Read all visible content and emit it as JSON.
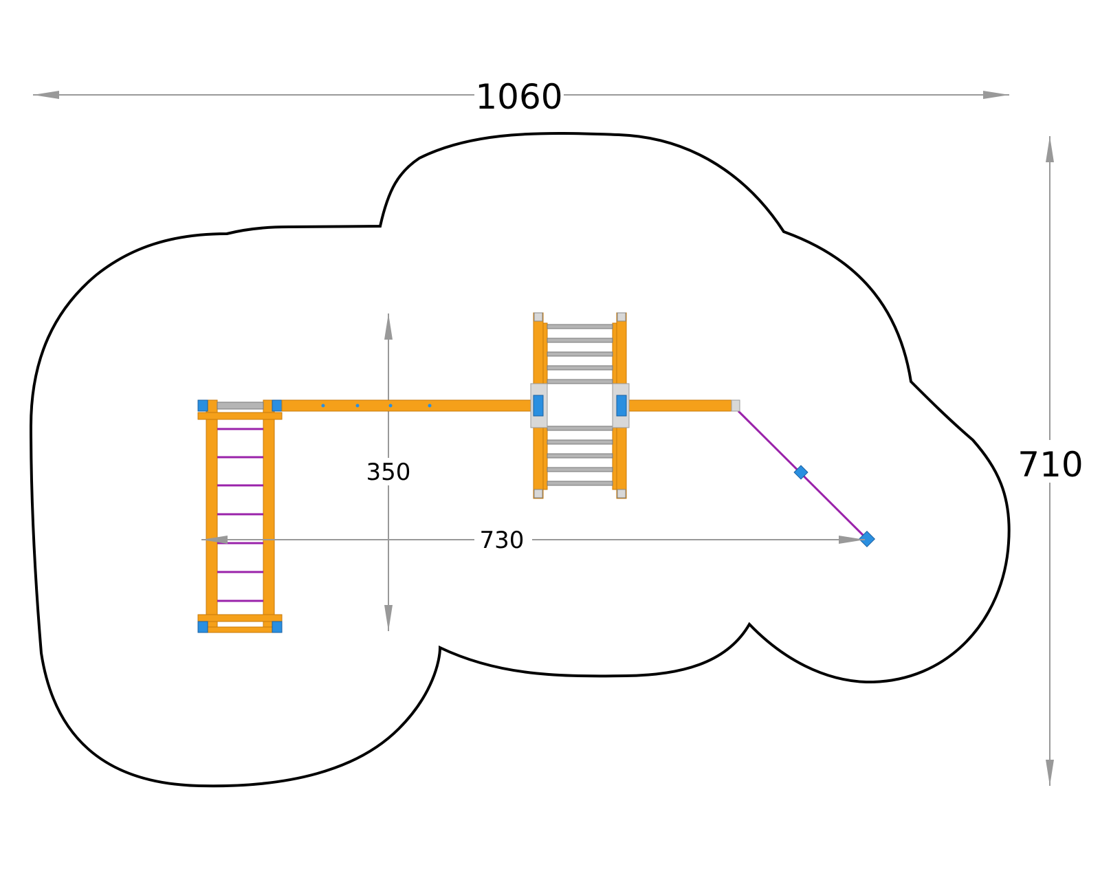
{
  "dimensions": {
    "overall_width": "1060",
    "overall_depth": "710",
    "inner_width": "730",
    "inner_depth": "350"
  },
  "colors": {
    "timber": "#f5a01a",
    "timber_edge": "#c77a0a",
    "clamp": "#2a8fe0",
    "rope": "#9a22aa",
    "bar": "#8c8c8c",
    "dimension_line": "#999999",
    "outline": "#000000"
  },
  "icons": {
    "clamp": "square-connector-icon"
  }
}
